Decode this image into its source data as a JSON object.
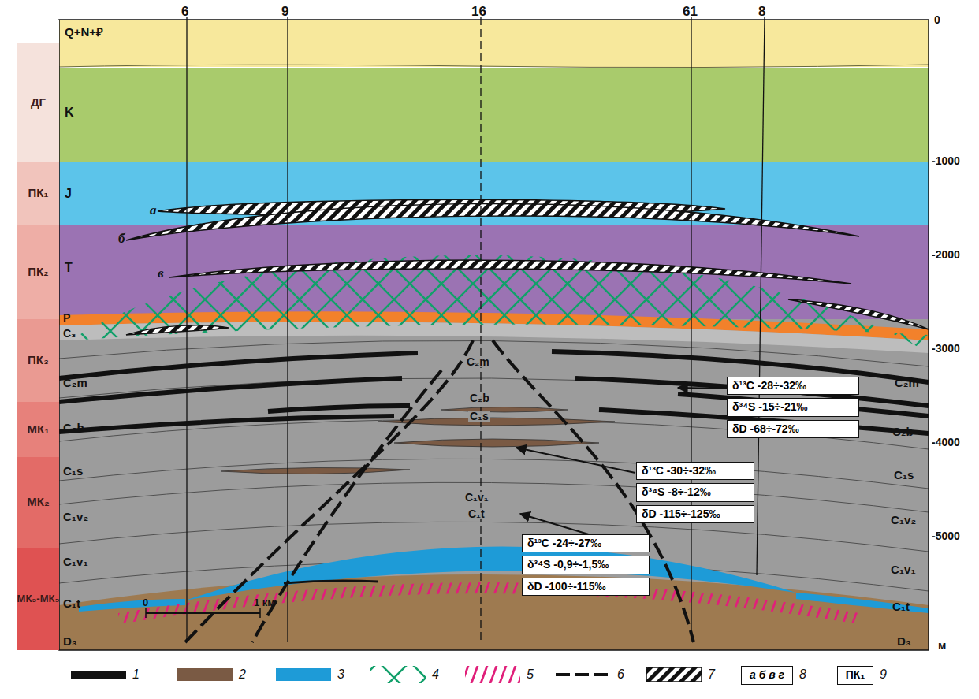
{
  "diagram": {
    "nodes": [
      {
        "text": [
          "ДГ"
        ]
      },
      {
        "text": [
          "ПК₁"
        ]
      },
      {
        "text": [
          "ПК₂"
        ]
      },
      {
        "text": [
          "ПК₃"
        ]
      },
      {
        "text": [
          "МК₁"
        ]
      },
      {
        "text": [
          "МК₂"
        ]
      },
      {
        "text": [
          "МК₃-МК₅"
        ]
      },
      {
        "text": [
          "δ¹³C -28÷-32‰",
          "δ³⁴S -15÷-21‰",
          "δD -68÷-72‰"
        ]
      },
      {
        "text": [
          "δ¹³C -30÷-32‰",
          "δ³⁴S -8÷-12‰",
          "δD -115÷-125‰"
        ]
      },
      {
        "text": [
          "δ¹³C -24÷-27‰",
          "δ³⁴S -0,9÷-1,5‰",
          "δD -100÷-115‰"
        ]
      },
      {
        "text": [
          "а б в г"
        ]
      },
      {
        "text": [
          "ПК₁"
        ]
      }
    ],
    "labels": [
      "6",
      "9",
      "16",
      "61",
      "8",
      "0",
      "-1000",
      "-2000",
      "-3000",
      "-4000",
      "-5000",
      "м",
      "Q+N+₽",
      "K",
      "J",
      "T",
      "P",
      "C₃",
      "C₂m",
      "C₂b",
      "C₁s",
      "C₁v₂",
      "C₁v₁",
      "C₁t",
      "D₃",
      "C₂m",
      "C₂b",
      "C₁s",
      "C₁v₂",
      "C₁v₁",
      "C₁t",
      "D₃",
      "C₂m",
      "C₂b",
      "C₁s",
      "C₁v₁",
      "C₁t",
      "а",
      "б",
      "в",
      "0",
      "1 км"
    ],
    "legend": [
      {
        "text": "1",
        "color": "#111111"
      },
      {
        "text": "2",
        "color": "#7a5a44"
      },
      {
        "text": "3",
        "color": "#1e9bd7"
      },
      {
        "text": "4"
      },
      {
        "text": "5"
      },
      {
        "text": "6"
      },
      {
        "text": "7"
      },
      {
        "text": "8"
      },
      {
        "text": "9"
      }
    ]
  }
}
